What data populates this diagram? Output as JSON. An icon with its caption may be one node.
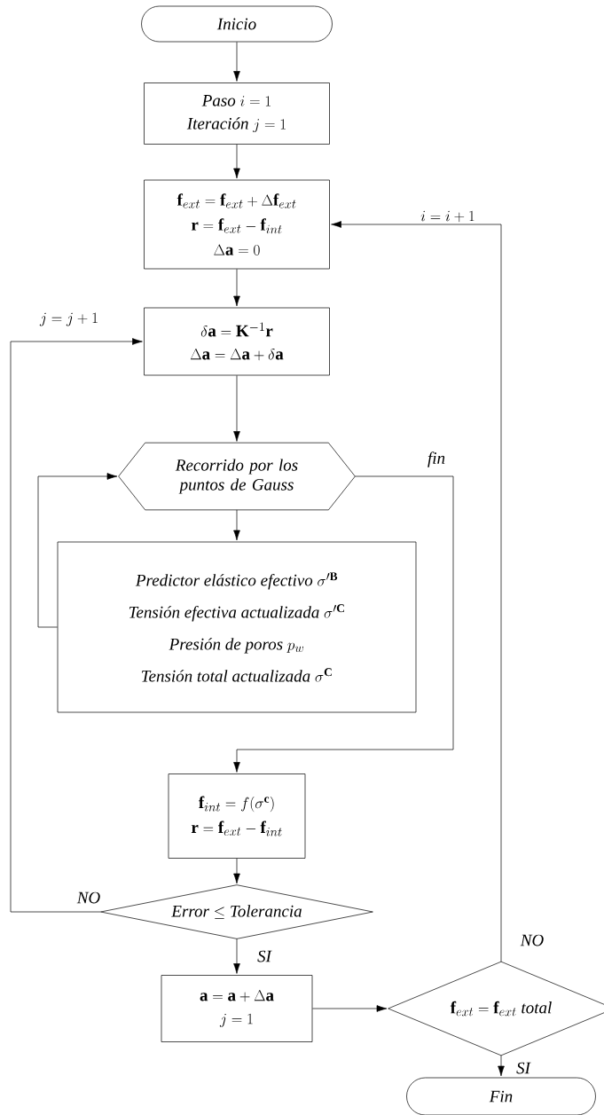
{
  "diagram": {
    "nodes": [
      {
        "text": [
          "Inicio"
        ]
      },
      {
        "text": [
          "\\textit{Paso}\\ i = 1",
          "\\textit{Iteración}\\ j = 1"
        ]
      },
      {
        "text": [
          "\\mathbf{f}_{ext} = \\mathbf{f}_{ext} + \\Delta\\mathbf{f}_{ext}",
          "\\mathbf{r} = \\mathbf{f}_{ext} - \\mathbf{f}_{int}",
          "\\Delta\\mathbf{a} = 0"
        ]
      },
      {
        "text": [
          "\\delta\\mathbf{a} = \\mathbf{K}^{-1}\\mathbf{r}",
          "\\Delta\\mathbf{a} = \\Delta\\mathbf{a} + \\delta\\mathbf{a}"
        ]
      },
      {
        "text": [
          "Recorrido por los puntos de Gauss"
        ]
      },
      {
        "text": [
          "\\textit{Predictor elástico efectivo}\\ \\sigma'^{\\mathbf{B}}",
          "\\textit{Tensión efectiva actualizada}\\ \\sigma'^{\\mathbf{C}}",
          "\\textit{Presión de poros}\\ p_w",
          "\\textit{Tensión total actualizada}\\ \\sigma^{\\mathbf{C}}"
        ]
      },
      {
        "text": [
          "\\mathbf{f}_{int} = f(\\sigma^{\\mathbf{c}})",
          "\\mathbf{r} = \\mathbf{f}_{ext} - \\mathbf{f}_{int}"
        ]
      },
      {
        "text": [
          "\\textit{Error} \\leq \\textit{Tolerancia}"
        ]
      },
      {
        "text": [
          "\\mathbf{a} = \\mathbf{a} + \\Delta\\mathbf{a}",
          "j = 1"
        ]
      },
      {
        "text": [
          "\\mathbf{f}_{ext} = \\mathbf{f}_{ext}\\ \\textit{total}"
        ]
      },
      {
        "text": [
          "Fin"
        ]
      }
    ],
    "edges": [
      {
        "from": 0,
        "to": 1,
        "arrow": "to"
      },
      {
        "from": 1,
        "to": 2,
        "arrow": "to"
      },
      {
        "from": 2,
        "to": 3,
        "arrow": "to"
      },
      {
        "from": 3,
        "to": 4,
        "arrow": "to"
      },
      {
        "from": 4,
        "to": 5,
        "arrow": "to"
      },
      {
        "from": 5,
        "to": 4,
        "arrow": "to"
      },
      {
        "from": 4,
        "to": 6,
        "arrow": "to",
        "label": "fin"
      },
      {
        "from": 6,
        "to": 7,
        "arrow": "to"
      },
      {
        "from": 7,
        "to": 3,
        "arrow": "to",
        "label": "NO"
      },
      {
        "from": 7,
        "to": 8,
        "arrow": "to",
        "label": "SI"
      },
      {
        "from": 8,
        "to": 9,
        "arrow": "to"
      },
      {
        "from": 9,
        "to": 2,
        "arrow": "to",
        "label": "NO"
      },
      {
        "from": 9,
        "to": 10,
        "arrow": "to",
        "label": "SI"
      }
    ],
    "labels": [
      "j = j + 1",
      "i = i + 1"
    ]
  }
}
